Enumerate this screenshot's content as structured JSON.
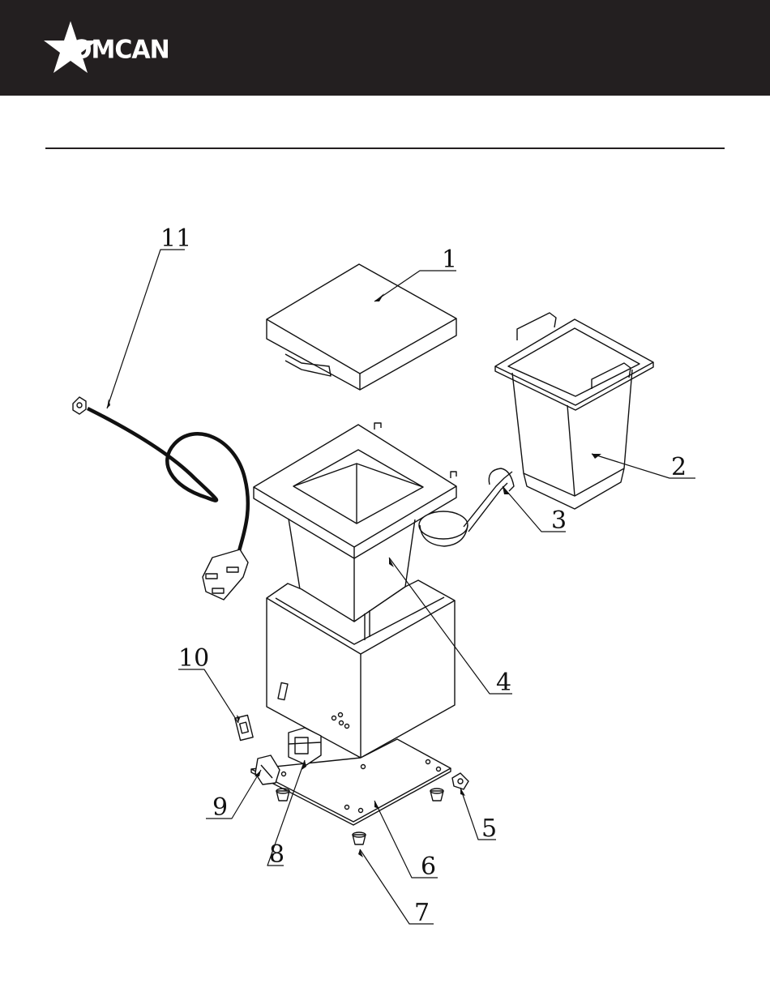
{
  "brand": {
    "name": "OMCAN",
    "logo_icon": "star-icon",
    "header_color": "#231f20"
  },
  "diagram": {
    "callouts": [
      {
        "id": "c1",
        "label": "1"
      },
      {
        "id": "c2",
        "label": "2"
      },
      {
        "id": "c3",
        "label": "3"
      },
      {
        "id": "c4",
        "label": "4"
      },
      {
        "id": "c5",
        "label": "5"
      },
      {
        "id": "c6",
        "label": "6"
      },
      {
        "id": "c7",
        "label": "7"
      },
      {
        "id": "c8",
        "label": "8"
      },
      {
        "id": "c9",
        "label": "9"
      },
      {
        "id": "c10",
        "label": "10"
      },
      {
        "id": "c11",
        "label": "11"
      }
    ]
  }
}
